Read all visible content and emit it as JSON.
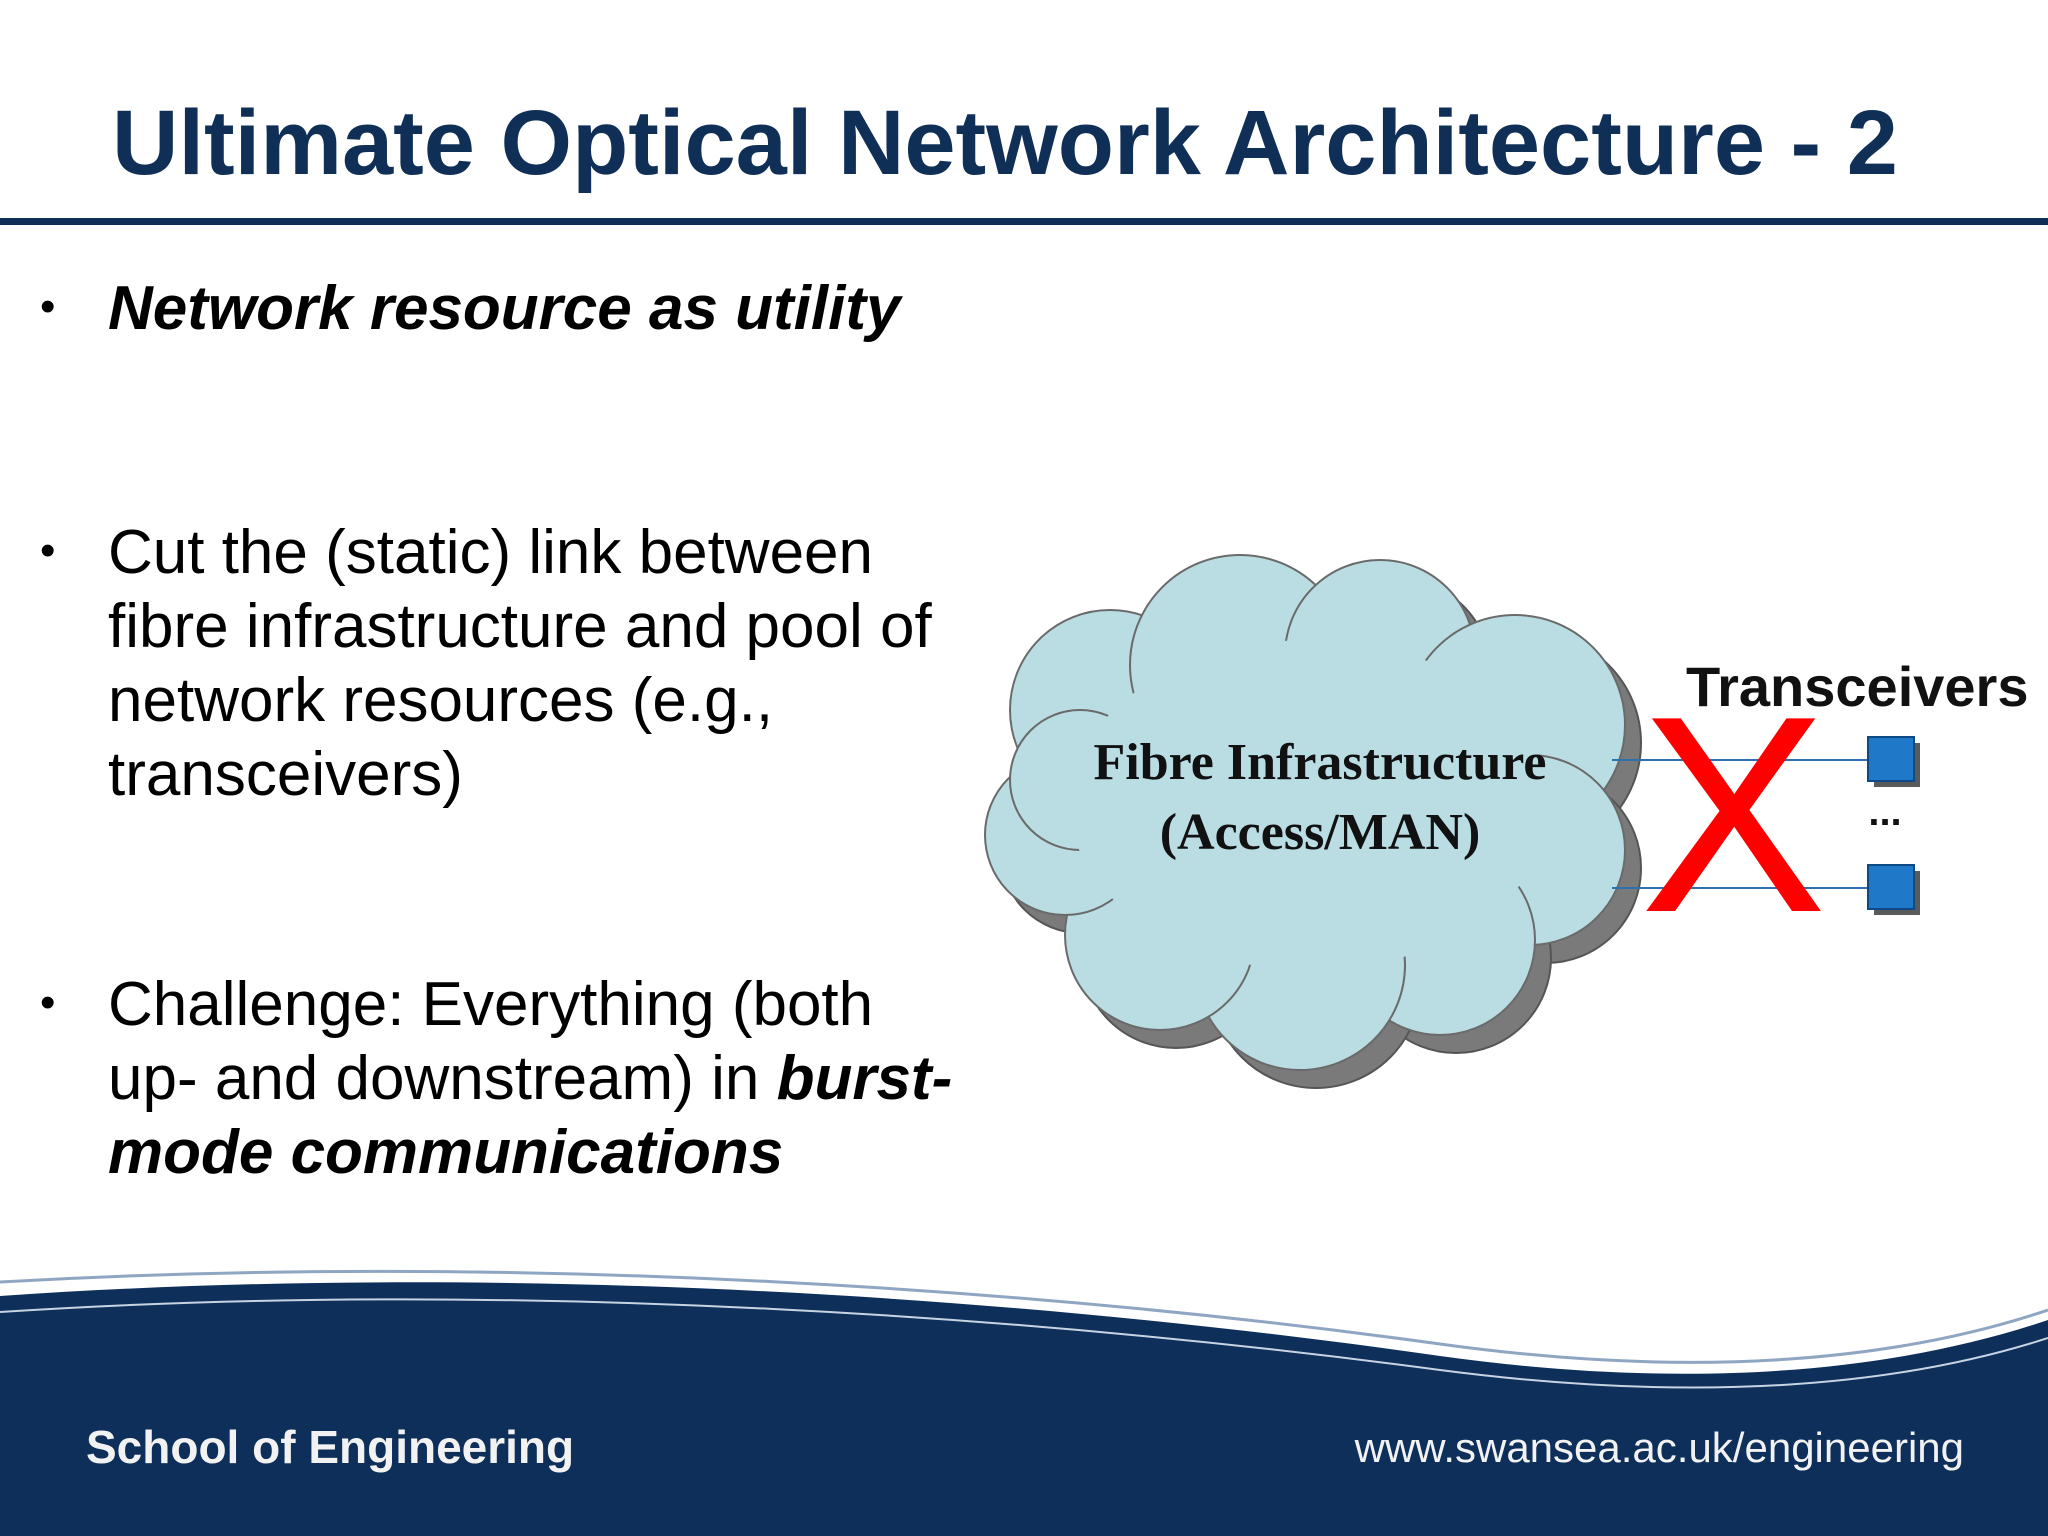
{
  "slide": {
    "title": "Ultimate Optical Network Architecture - 2",
    "bullets": [
      {
        "marker": "•",
        "text_emph": "Network resource as utility"
      },
      {
        "marker": "•",
        "text": "Cut the (static) link between fibre infrastructure and pool of network resources (e.g., transceivers)"
      },
      {
        "marker": "•",
        "text_prefix": "Challenge: Everything (both up- and downstream) in",
        "text_emph": "burst-mode communications"
      }
    ]
  },
  "diagram": {
    "cloud_line1": "Fibre Infrastructure",
    "cloud_line2": "(Access/MAN)",
    "transceivers_label": "Transceivers",
    "x_mark": "X",
    "ellipsis": "...",
    "colors": {
      "cloud_fill": "#b9dde3",
      "cloud_shadow": "#7a7a7a",
      "transceiver_fill": "#1f78c8",
      "link": "#2f6fb0",
      "x_mark": "#ff0000"
    }
  },
  "footer": {
    "left": "School of Engineering",
    "right": "www.swansea.ac.uk/engineering",
    "colors": {
      "band": "#0d2f5a"
    }
  }
}
